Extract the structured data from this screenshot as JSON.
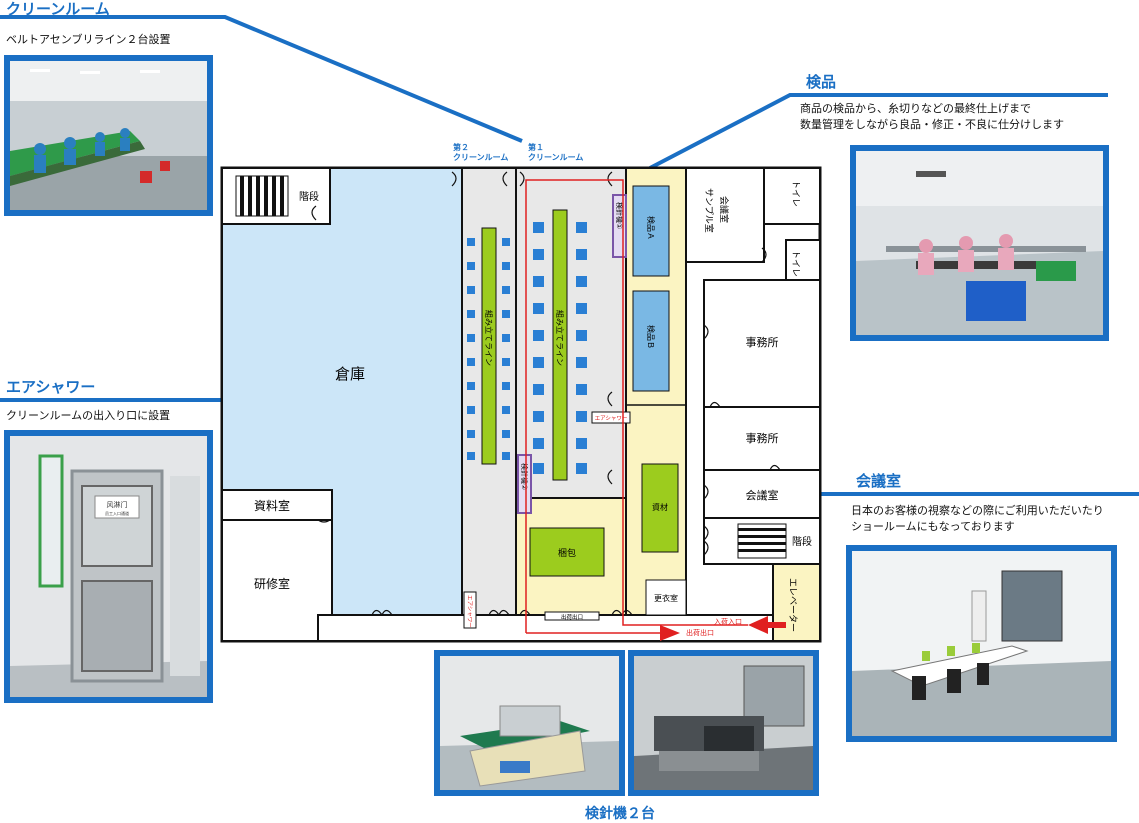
{
  "sections": {
    "cleanroom": {
      "title": "クリーンルーム",
      "desc": "ベルトアセンブリライン２台設置"
    },
    "inspection": {
      "title": "検品",
      "desc1": "商品の検品から、糸切りなどの最終仕上げまで",
      "desc2": "数量管理をしながら良品・修正・不良に仕分けします"
    },
    "airshower": {
      "title": "エアシャワー",
      "desc": "クリーンルームの出入り口に設置"
    },
    "meeting": {
      "title": "会議室",
      "desc1": "日本のお客様の視察などの際にご利用いただいたり",
      "desc2": "ショールームにもなっております"
    },
    "needle": {
      "title": "検針機２台"
    }
  },
  "photo_texts": {
    "airshower_sign1": "风淋门",
    "airshower_sign2": "员工入口通道"
  },
  "floorplan": {
    "cleanroom2": {
      "num": "第２",
      "name": "クリーンルーム"
    },
    "cleanroom1": {
      "num": "第１",
      "name": "クリーンルーム"
    },
    "stairs": "階段",
    "warehouse": "倉庫",
    "line2": "組み立てライン",
    "line1": "組み立てライン",
    "needle1": "検針機①",
    "needle2": "検針機②",
    "inspect_a": "検品Ａ",
    "inspect_b": "検品Ｂ",
    "meeting_sample": "会議室",
    "sample_room": "サンプル室",
    "toilet": "トイレ",
    "office": "事務所",
    "meeting_room": "会議室",
    "stairs2": "階段",
    "elevator": "エレベーター",
    "airshower1": "エアシャワー",
    "airshower2": "エアシャワー",
    "material": "資材",
    "packing": "梱包",
    "locker": "更衣室",
    "ship_exit_label": "出荷出口",
    "doc_room": "資料室",
    "training": "研修室",
    "entry": "入荷入口",
    "exit": "出荷出口"
  },
  "colors": {
    "accent": "#1a6fc4",
    "warehouse": "#cce6f8",
    "yellow": "#fbf4c2",
    "line": "#9ccc1e",
    "purple": "#7a55a8",
    "redpath": "#e02020"
  }
}
